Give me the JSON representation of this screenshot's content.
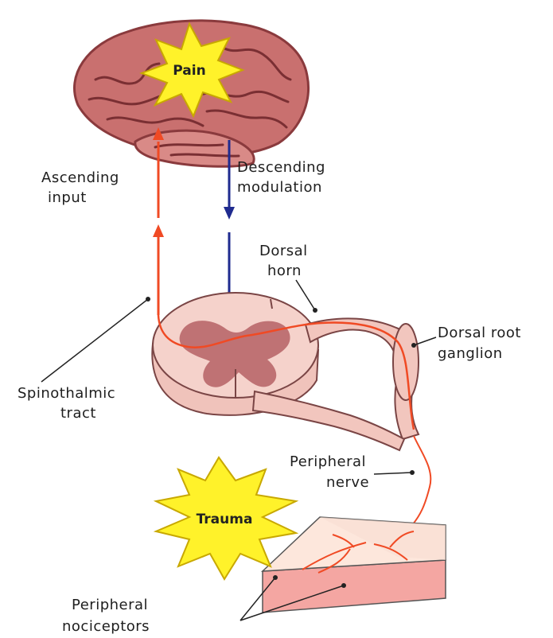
{
  "labels": {
    "pain": "Pain",
    "ascending_line1": "Ascending",
    "ascending_line2": "input",
    "descending_line1": "Descending",
    "descending_line2": "modulation",
    "dorsal_horn_line1": "Dorsal",
    "dorsal_horn_line2": "horn",
    "drg_line1": "Dorsal root",
    "drg_line2": "ganglion",
    "spinothalamic_line1": "Spinothalmic",
    "spinothalamic_line2": "tract",
    "peripheral_nerve_line1": "Peripheral",
    "peripheral_nerve_line2": "nerve",
    "trauma": "Trauma",
    "nociceptors_line1": "Peripheral",
    "nociceptors_line2": "nociceptors"
  },
  "colors": {
    "brain": "#c9706f",
    "brain_folds": "#7a2f33",
    "spinal_cord": "#f2cbc4",
    "grey_matter": "#b9676a",
    "ascending_path": "#f04a24",
    "descending_path": "#1f2b8f",
    "burst_fill": "#fff22a",
    "burst_stroke": "#c8a800",
    "skin_top": "#fde7dc",
    "skin_side": "#f4a6a2"
  }
}
